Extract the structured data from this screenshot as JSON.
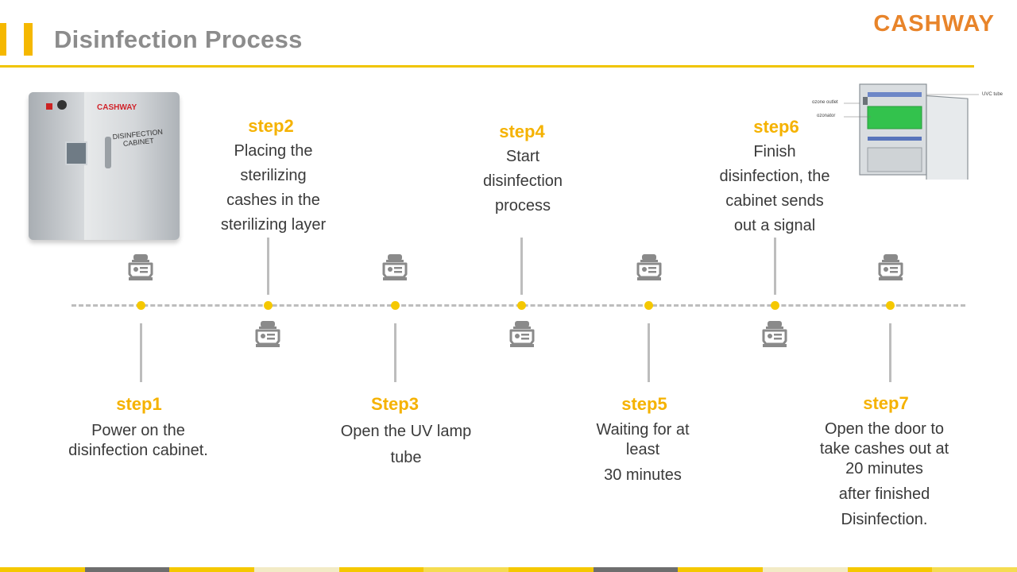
{
  "header": {
    "title": "Disinfection Process",
    "logo": "CASHWAY",
    "accent_color": "#F5B800",
    "rule_color": "#F0C400"
  },
  "images": {
    "cabinet": {
      "brand": "CASHWAY",
      "label_line1": "DISINFECTION",
      "label_line2": "CABINET"
    },
    "diagram": {
      "ozone_outlet": "ozone outlet",
      "ozonator": "ozonator",
      "uvc_tube": "UVC tube"
    }
  },
  "steps": [
    {
      "title": "step1",
      "text": [
        "Power on the",
        "disinfection cabinet."
      ]
    },
    {
      "title": "step2",
      "text": [
        "Placing the",
        "sterilizing",
        "cashes in the",
        "sterilizing layer"
      ]
    },
    {
      "title": "Step3",
      "text": [
        "Open the UV lamp",
        "tube"
      ]
    },
    {
      "title": "step4",
      "text": [
        "Start",
        "disinfection",
        "process"
      ]
    },
    {
      "title": "step5",
      "text": [
        "Waiting for at",
        "least",
        "30 minutes"
      ]
    },
    {
      "title": "step6",
      "text": [
        "Finish",
        "disinfection, the",
        "cabinet sends",
        "out a signal"
      ]
    },
    {
      "title": "step7",
      "text": [
        "Open the door to",
        "take cashes out at",
        "20 minutes",
        "after finished",
        "Disinfection."
      ]
    }
  ],
  "icons": {
    "step_icon": "cash-register-icon"
  },
  "colors": {
    "step_title": "#F5B200",
    "dot": "#F5C800",
    "line": "#BDBDBD"
  }
}
